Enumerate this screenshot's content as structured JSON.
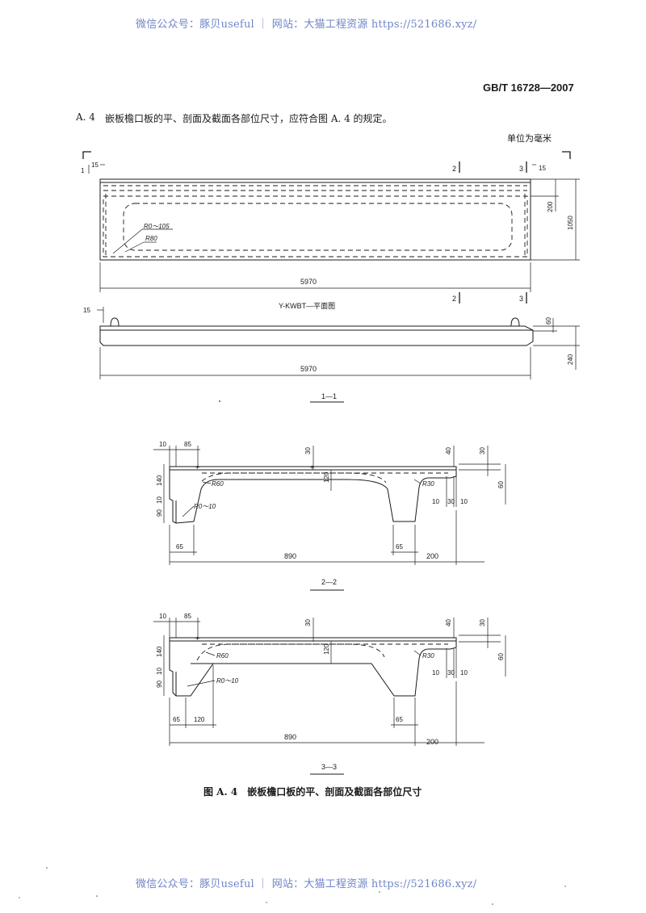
{
  "watermark": {
    "top": "微信公众号：豚贝useful ｜ 网站：大猫工程资源 https://521686.xyz/",
    "bottom": "微信公众号：豚贝useful ｜ 网站：大猫工程资源 https://521686.xyz/"
  },
  "header": {
    "standard_number": "GB/T 16728—2007"
  },
  "clause": {
    "number": "A. 4",
    "text": "嵌板檐口板的平、剖面及截面各部位尺寸，应符合图 A. 4 的规定。"
  },
  "unit_note": "单位为毫米",
  "plan_view": {
    "title": "Y-KWBT—平面图",
    "dims": {
      "overall_length": "5970",
      "overall_width": "1050",
      "edge_band": "200",
      "left_offset": "15",
      "right_offset": "15",
      "radius_outer": "R0～105",
      "radius_inner": "R80"
    },
    "section_marks": {
      "s1": "1",
      "s2": "2",
      "s3": "3"
    }
  },
  "section_1_1": {
    "title": "1—1",
    "dims": {
      "overall_length": "5970",
      "left_offset": "15",
      "rib_height": "60",
      "total_height": "240"
    },
    "section_marks": {
      "s2": "2",
      "s3": "3"
    }
  },
  "section_2_2": {
    "title": "2—2",
    "dims": {
      "left_gap": "10",
      "top_offset": "85",
      "top_slab": "30",
      "rib_upper": "140",
      "rib_mid": "10",
      "rib_lower": "90",
      "inner_height": "120",
      "radius_left": "R60",
      "radius_fillet": "R0～10",
      "lip_top": "40",
      "radius_right": "R30",
      "lip_a": "10",
      "lip_b": "30",
      "lip_c": "10",
      "edge_top": "30",
      "edge_height": "60",
      "foot_left": "65",
      "foot_right": "65",
      "span": "890",
      "cantilever": "200"
    }
  },
  "section_3_3": {
    "title": "3—3",
    "dims": {
      "left_gap": "10",
      "top_offset": "85",
      "top_slab": "30",
      "rib_upper": "140",
      "rib_mid": "10",
      "rib_lower": "90",
      "inner_height": "120",
      "radius_left": "R60",
      "radius_fillet": "R0～10",
      "lip_top": "40",
      "radius_right": "R30",
      "lip_a": "10",
      "lip_b": "30",
      "lip_c": "10",
      "edge_top": "30",
      "edge_height": "60",
      "foot_left": "65",
      "haunch": "120",
      "foot_right": "65",
      "span": "890",
      "cantilever": "200"
    }
  },
  "figure_caption": "图 A. 4　嵌板檐口板的平、剖面及截面各部位尺寸"
}
